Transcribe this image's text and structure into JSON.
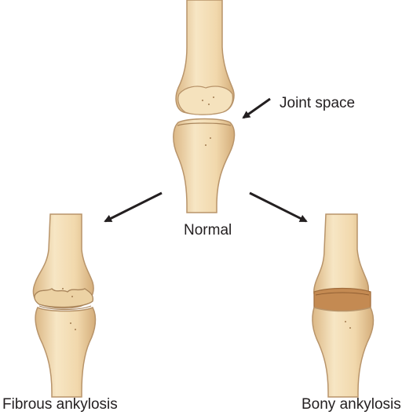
{
  "labels": {
    "joint_space": "Joint space",
    "normal": "Normal",
    "fibrous_ankylosis": "Fibrous ankylosis",
    "bony_ankylosis": "Bony ankylosis"
  },
  "colors": {
    "bone_fill": "#f3ddb4",
    "bone_shade": "#dcb886",
    "bone_outline": "#b8946a",
    "fused_band": "#b77b45",
    "arrow": "#231f20",
    "text": "#231f20"
  }
}
